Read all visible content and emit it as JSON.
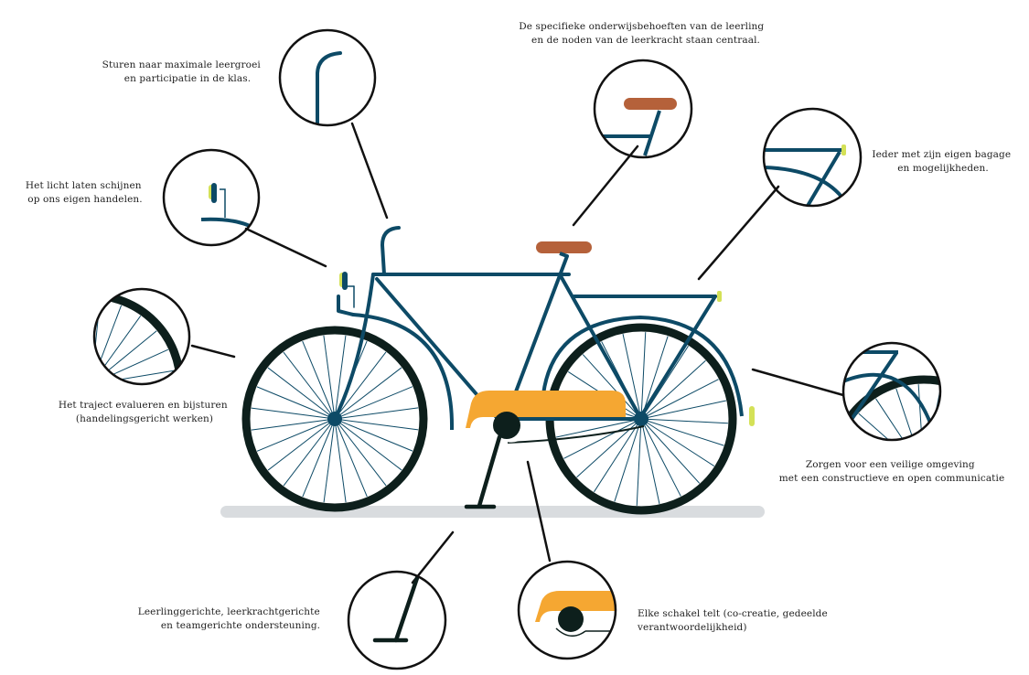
{
  "colors": {
    "frame": "#0d4a66",
    "tire": "#0d1f1c",
    "saddle": "#b5613a",
    "chainguard": "#f5a732",
    "light": "#d4e157",
    "ground": "#d9dcdf",
    "leader": "#111111"
  },
  "labels": {
    "sturen": [
      "Sturen naar maximale leergroei",
      "en participatie in de klas."
    ],
    "licht": [
      "Het licht laten schijnen",
      "op ons eigen handelen."
    ],
    "traject": [
      "Het traject evalueren en bijsturen",
      "(handelingsgericht werken)"
    ],
    "ondersteuning": [
      "Leerlinggerichte, leerkrachtgerichte",
      "en teamgerichte ondersteuning."
    ],
    "onderwijsbehoeften": [
      "De specifieke onderwijsbehoeften van de leerling",
      "en de noden van de leerkracht staan centraal."
    ],
    "bagage": [
      "Ieder met zijn eigen bagage",
      "en mogelijkheden."
    ],
    "omgeving": [
      "Zorgen voor een veilige omgeving",
      "met een constructieve en open communicatie"
    ],
    "schakel": [
      "Elke schakel telt (co-creatie, gedeelde",
      "verantwoordelijkheid)"
    ]
  }
}
